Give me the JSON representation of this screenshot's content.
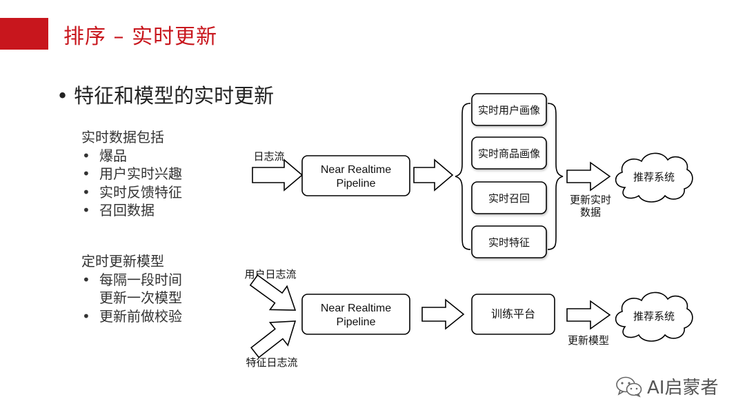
{
  "slide": {
    "title": "排序 – 实时更新",
    "main_bullet": "特征和模型的实时更新"
  },
  "realtime_data": {
    "heading": "实时数据包括",
    "items": [
      "爆品",
      "用户实时兴趣",
      "实时反馈特征",
      "召回数据"
    ]
  },
  "scheduled_model": {
    "heading": "定时更新模型",
    "items": [
      {
        "line1": "每隔一段时间",
        "line2": "更新一次模型"
      },
      {
        "line1": "更新前做校验",
        "line2": ""
      }
    ]
  },
  "diagram_top": {
    "input_label": "日志流",
    "pipeline": [
      "Near Realtime",
      "Pipeline"
    ],
    "outputs": [
      "实时用户画像",
      "实时商品画像",
      "实时召回",
      "实时特征"
    ],
    "edge_label": [
      "更新实时",
      "数据"
    ],
    "target": "推荐系统"
  },
  "diagram_bottom": {
    "input_top": "用户日志流",
    "input_bottom": "特征日志流",
    "pipeline": [
      "Near Realtime",
      "Pipeline"
    ],
    "platform": "训练平台",
    "edge_label": "更新模型",
    "target": "推荐系统"
  },
  "watermark": {
    "text": "AI启蒙者",
    "icon": "wechat-icon"
  },
  "colors": {
    "accent": "#c8161d",
    "text": "#222222",
    "stroke": "#000000"
  }
}
